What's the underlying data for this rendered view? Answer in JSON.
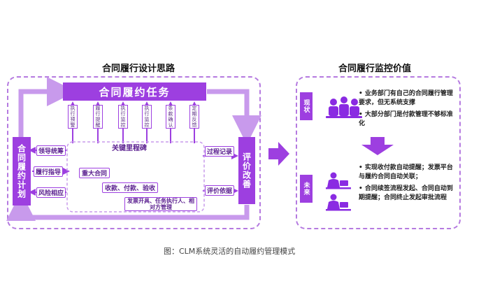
{
  "left": {
    "title": "合同履行设计思路",
    "task_bar": "合同履约任务",
    "sub_tasks": [
      "执行预警",
      "履行提醒",
      "执行监控",
      "执行监控",
      "条款确认",
      "定期反馈"
    ],
    "plan_bar": "合同履约计划",
    "eval_bar": "评价改善",
    "left_labels": [
      "领导统筹",
      "履行指导",
      "风险相应"
    ],
    "milestone_title": "关键里程碑",
    "milestones": [
      "重大合同",
      "收款、付款、验收",
      "发票开具、任务执行人、相对方管理"
    ],
    "right_labels": [
      "过程记录",
      "评价依据"
    ]
  },
  "right": {
    "title": "合同履行监控价值",
    "current_tag": "现状",
    "future_tag": "未来",
    "current_points": [
      "业务部门有自己的合同履行管理要求，但无系统支撑",
      "大部分部门是付款管理不够标准化"
    ],
    "future_points": [
      "实现收付款自动提醒；发票平台与履约合同自动关联；",
      "合同续签流程发起、合同自动到期提醒；合同终止发起审批流程"
    ]
  },
  "caption": "图：CLM系统灵活的自动履约管理模式",
  "colors": {
    "primary": "#9d3fe0",
    "light": "#c89aec",
    "frame": "#b57ae0"
  },
  "icons": [
    "team-meeting-icon",
    "person-laptop-icon",
    "person-laptop-icon"
  ]
}
